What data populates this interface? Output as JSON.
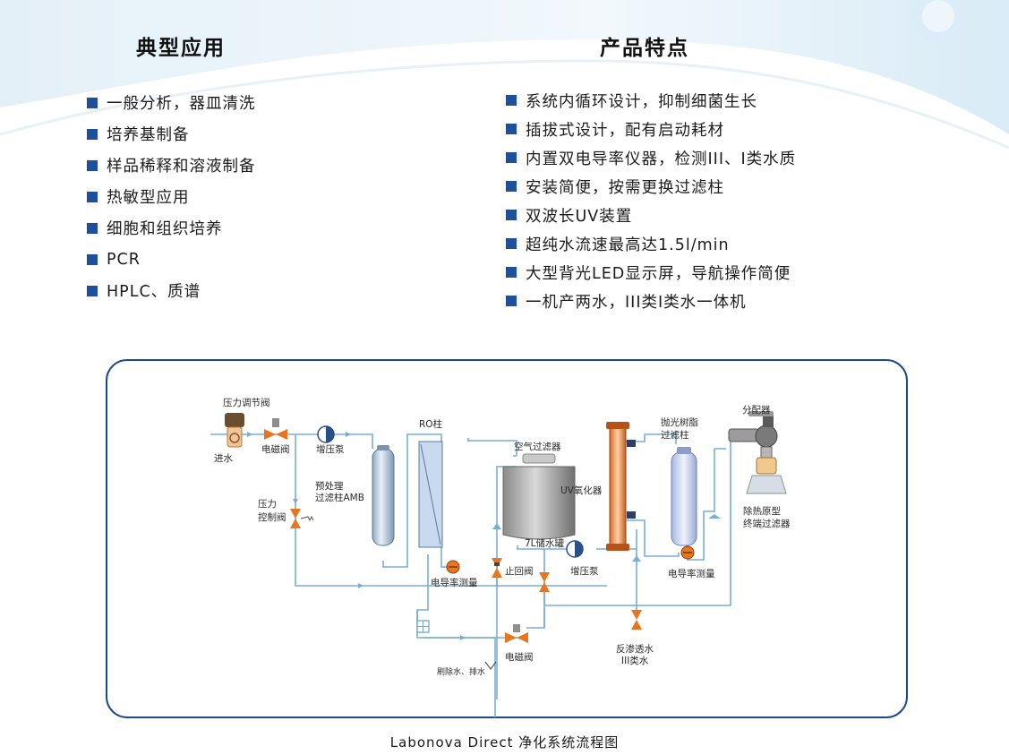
{
  "headings": {
    "applications": "典型应用",
    "features": "产品特点"
  },
  "applications": [
    "一般分析，器皿清洗",
    "培养基制备",
    "样品稀释和溶液制备",
    "热敏型应用",
    "细胞和组织培养",
    "PCR",
    "HPLC、质谱"
  ],
  "features": [
    "系统内循环设计，抑制细菌生长",
    "插拔式设计，配有启动耗材",
    "内置双电导率仪器，检测III、I类水质",
    "安装简便，按需更换过滤柱",
    "双波长UV装置",
    "超纯水流速最高达1.5l/min",
    "大型背光LED显示屏，导航操作简便",
    "一机产两水，III类I类水一体机"
  ],
  "diagram": {
    "labels": {
      "pressure_regulator": "压力调节阀",
      "inlet": "进水",
      "solenoid_valve_1": "电磁阀",
      "booster_pump_1": "增压泵",
      "pretreat_line1": "预处理",
      "pretreat_line2": "过滤柱AMB",
      "pressure_ctrl_line1": "压力",
      "pressure_ctrl_line2": "控制阀",
      "ro_column": "RO柱",
      "air_filter": "空气过滤器",
      "tank": "7L储水罐",
      "uv_oxidizer": "UV氧化器",
      "polish_line1": "抛光树脂",
      "polish_line2": "过滤柱",
      "dispenser": "分配器",
      "final_filter_line1": "除热原型",
      "final_filter_line2": "终端过滤器",
      "conductivity_1": "电导率测量",
      "check_valve": "止回阀",
      "booster_pump_2": "增压泵",
      "conductivity_2": "电导率测量",
      "ro_water_line1": "反渗透水",
      "ro_water_line2": "III类水",
      "solenoid_valve_2": "电磁阀",
      "drain": "刷除水、排水"
    }
  },
  "caption": "Labonova Direct 净化系统流程图",
  "colors": {
    "bullet": "#1d4f9c",
    "frame": "#1d4a8c",
    "pipe": "#79aed3",
    "valve": "#e8761e"
  }
}
